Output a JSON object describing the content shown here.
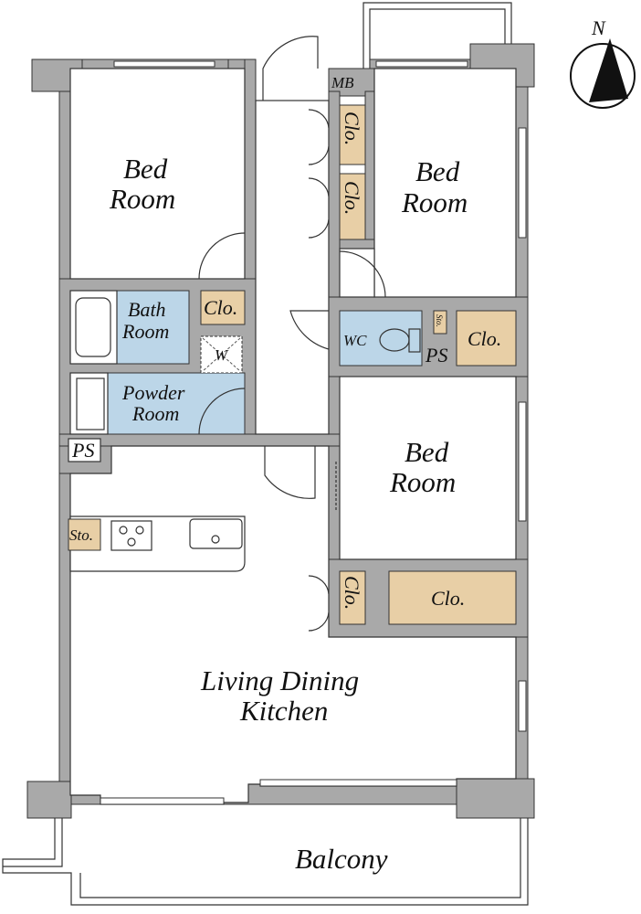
{
  "rooms": {
    "bed1": [
      "Bed",
      "Room"
    ],
    "bed2": [
      "Bed",
      "Room"
    ],
    "bed3": [
      "Bed",
      "Room"
    ],
    "bath": [
      "Bath",
      "Room"
    ],
    "powder": [
      "Powder",
      "Room"
    ],
    "ldk": [
      "Living Dining",
      "Kitchen"
    ],
    "balcony": "Balcony",
    "wc": "WC"
  },
  "storage": {
    "mb": "MB",
    "clo": "Clo.",
    "sto": "Sto.",
    "ps": "PS",
    "w": "W"
  },
  "compass": {
    "label": "N"
  },
  "colors": {
    "wall": "#a9a9a9",
    "wet": "#bcd6e8",
    "closet": "#e8cfa6"
  }
}
